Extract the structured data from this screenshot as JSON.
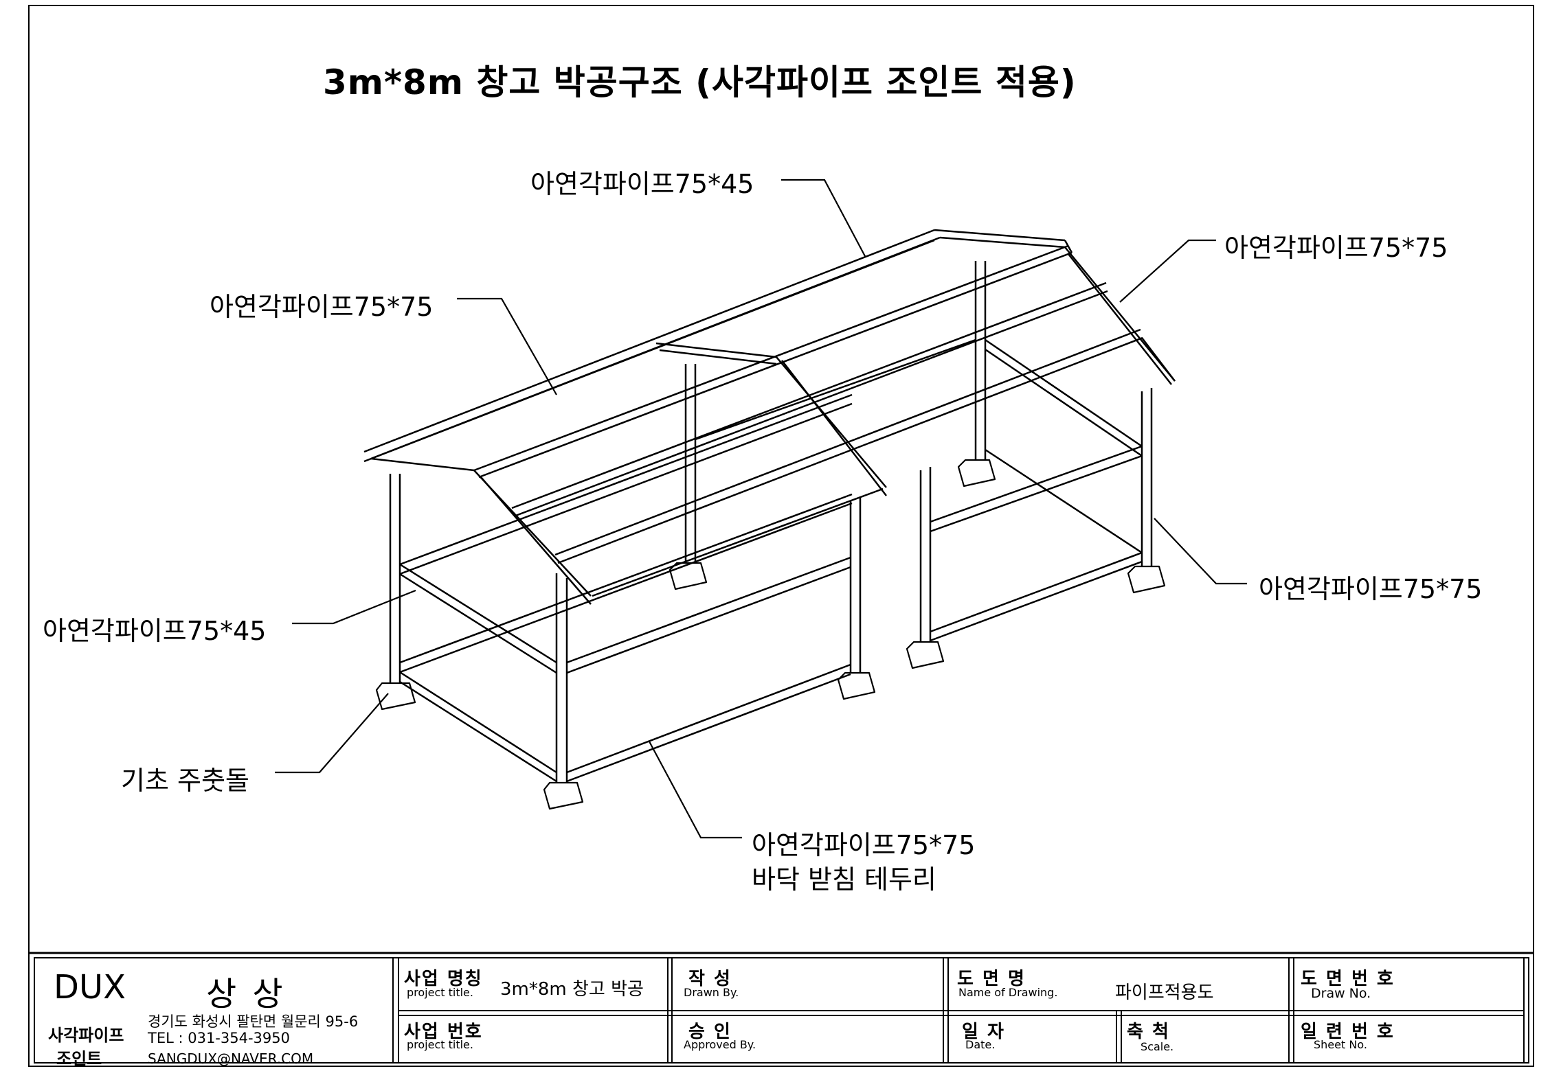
{
  "title": "3m*8m 창고 박공구조  (사각파이프 조인트 적용)",
  "callouts": {
    "ridge_pipe": "아연각파이프75*45",
    "right_rafter": "아연각파이프75*75",
    "left_rafter": "아연각파이프75*75",
    "left_beam": "아연각파이프75*45",
    "right_post": "아연각파이프75*75",
    "foundation": "기초 주춧돌",
    "floor_pipe": "아연각파이프75*75",
    "floor_rim": "바닥 받침 테두리"
  },
  "title_block": {
    "brand": "DUX",
    "company": "상 상",
    "subtitle_line1": "사각파이프",
    "subtitle_line2": "조인트",
    "address": "경기도 화성시 팔탄면 월문리 95-6",
    "tel": "TEL : 031-354-3950",
    "email": "SANGDUX@NAVER.COM",
    "project_name_label": "사업 명칭",
    "project_name_sub": "project title.",
    "project_name_value": "3m*8m 창고 박공",
    "project_no_label": "사업 번호",
    "project_no_sub": "project title.",
    "drawn_label": "작   성",
    "drawn_sub": "Drawn By.",
    "approved_label": "승   인",
    "approved_sub": "Approved By.",
    "drawing_name_label": "도  면  명",
    "drawing_name_sub": "Name of Drawing.",
    "drawing_name_value": "파이프적용도",
    "date_label": "일  자",
    "date_sub": "Date.",
    "scale_label": "축  척",
    "scale_sub": "Scale.",
    "draw_no_label": "도 면 번 호",
    "draw_no_sub": "Draw No.",
    "sheet_no_label": "일 련 번 호",
    "sheet_no_sub": "Sheet No."
  }
}
